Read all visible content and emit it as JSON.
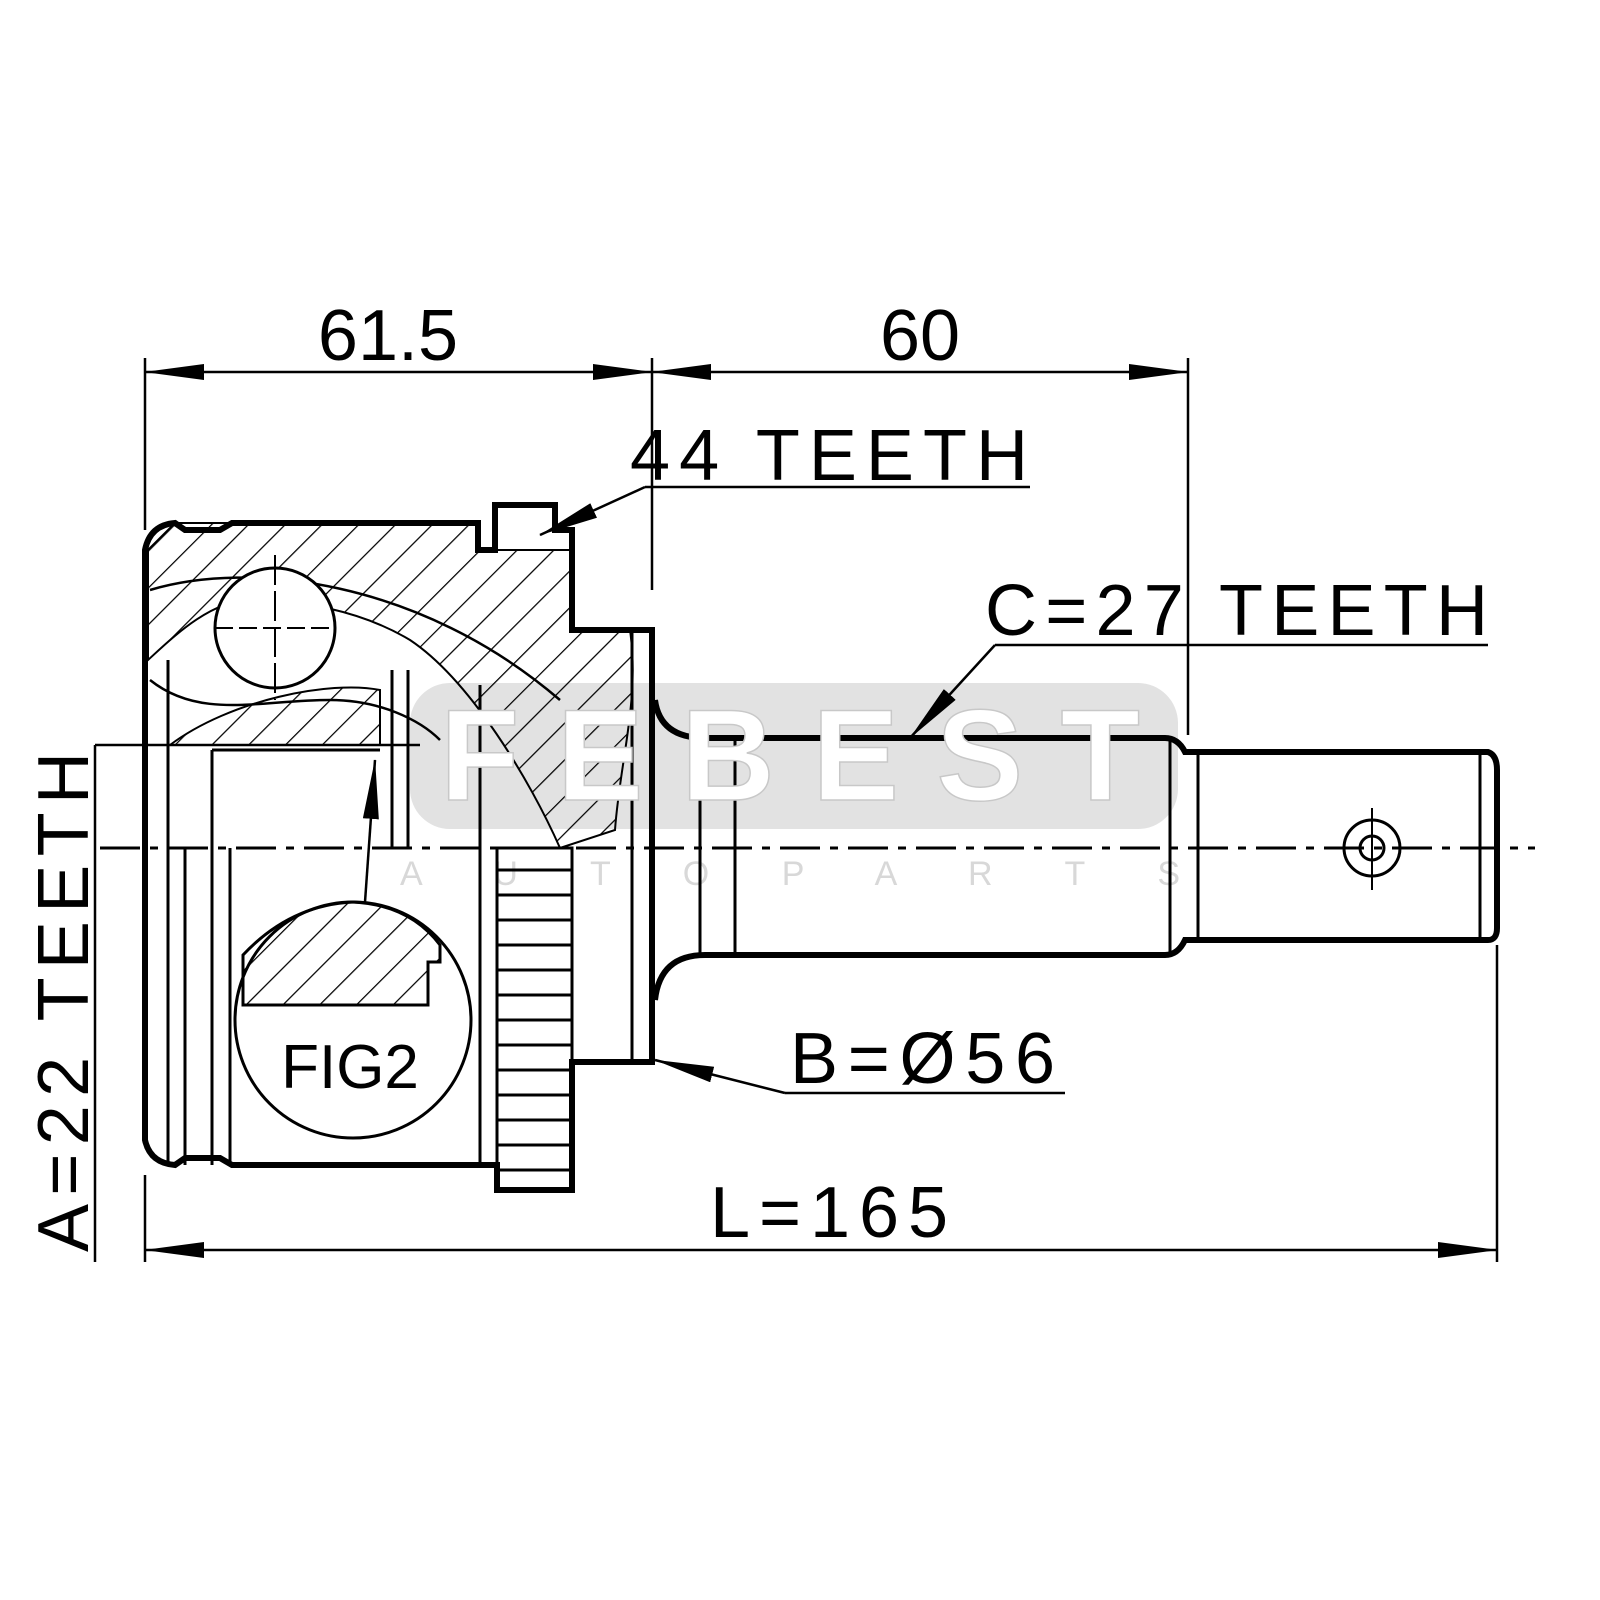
{
  "drawing": {
    "dimensions": {
      "outer_length": "61.5",
      "shaft_length": "60",
      "abs_teeth": "44 TEETH",
      "spline_c": "C=27 TEETH",
      "seal_b": "B=Ø56",
      "total_length": "L=165",
      "spline_a": "A=22 TEETH"
    },
    "detail_label": "FIG2",
    "watermark": {
      "brand": "FEBEST",
      "tagline": "A U T O   P A R T S"
    },
    "colors": {
      "line": "#000000",
      "watermark_bg": "#e2e2e2",
      "watermark_text": "#d8d8d8"
    }
  }
}
